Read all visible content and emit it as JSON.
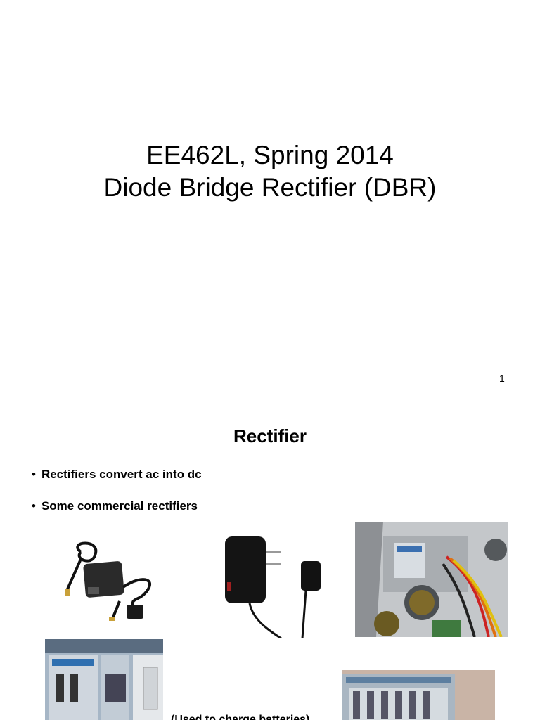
{
  "slide1": {
    "title_line1": "EE462L, Spring 2014",
    "title_line2": "Diode Bridge Rectifier (DBR)",
    "page_number": "1"
  },
  "slide2": {
    "title": "Rectifier",
    "bullets": [
      "Rectifiers convert ac into dc",
      "Some commercial rectifiers"
    ],
    "caption": "(Used to charge batteries)"
  }
}
